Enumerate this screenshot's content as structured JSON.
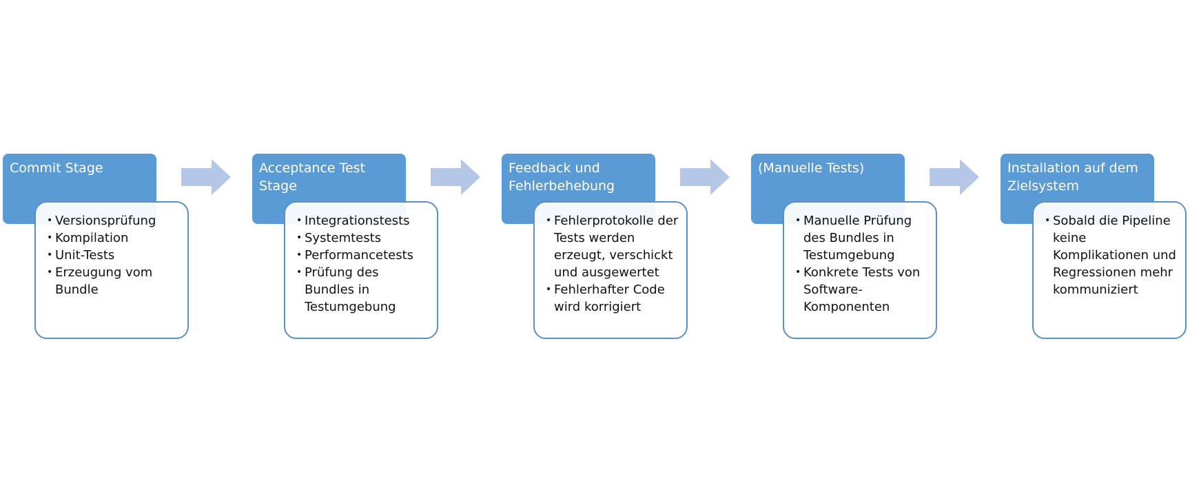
{
  "colors": {
    "stage_header": "#5b9bd5",
    "stage_border": "#5b8fc7",
    "arrow": "#b4c7e7"
  },
  "stages": [
    {
      "title": "Commit Stage",
      "items": [
        "Versionsprüfung",
        "Kompilation",
        "Unit-Tests",
        "Erzeugung vom Bundle"
      ]
    },
    {
      "title": "Acceptance Test Stage",
      "items": [
        "Integrationstests",
        "Systemtests",
        "Performancetests",
        "Prüfung des Bundles in Testumgebung"
      ]
    },
    {
      "title": "Feedback und Fehlerbehebung",
      "items": [
        "Fehlerprotokolle der Tests werden erzeugt, verschickt und ausgewertet",
        "Fehlerhafter Code wird korrigiert"
      ]
    },
    {
      "title": "(Manuelle Tests)",
      "items": [
        "Manuelle Prüfung des Bundles in Testumgebung",
        "Konkrete Tests von Software-Komponenten"
      ]
    },
    {
      "title": "Installation auf dem Zielsystem",
      "items": [
        "Sobald die Pipeline keine Komplikationen und Regressionen mehr kommuniziert"
      ]
    }
  ]
}
